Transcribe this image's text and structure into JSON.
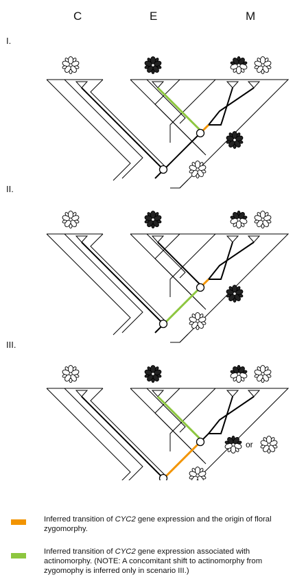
{
  "columns": [
    "C",
    "E",
    "M"
  ],
  "scenarios": [
    "I.",
    "II.",
    "III."
  ],
  "or_label": "or",
  "legend": [
    {
      "color": "#f29400",
      "pre": "Inferred transition of ",
      "gene": "CYC2",
      "post": " gene expression and the origin of floral zygomorphy."
    },
    {
      "color": "#8dc63f",
      "pre": "Inferred transition of ",
      "gene": "CYC2",
      "post": " gene expression associated with actinomorphy. (NOTE: A concomitant shift to actinomorphy from zygomophy is inferred only in scenario III.)"
    }
  ],
  "colors": {
    "orange": "#f29400",
    "green": "#8dc63f",
    "line": "#000000"
  },
  "icons": [
    "actinomorphic-flower-icon",
    "zygomorphic-flower-icon"
  ]
}
